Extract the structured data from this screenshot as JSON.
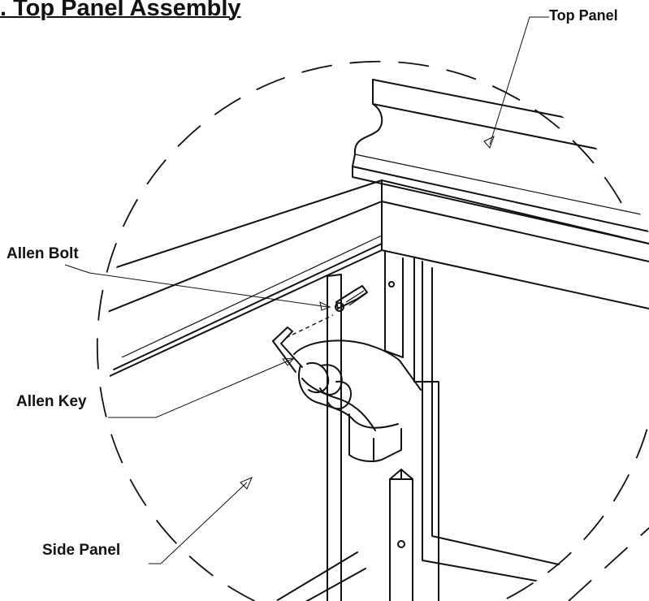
{
  "title": ". Top Panel Assembly",
  "labels": {
    "top_panel": "Top Panel",
    "allen_bolt": "Allen Bolt",
    "allen_key": "Allen Key",
    "side_panel": "Side Panel"
  },
  "colors": {
    "ink": "#111111",
    "background": "#ffffff"
  }
}
